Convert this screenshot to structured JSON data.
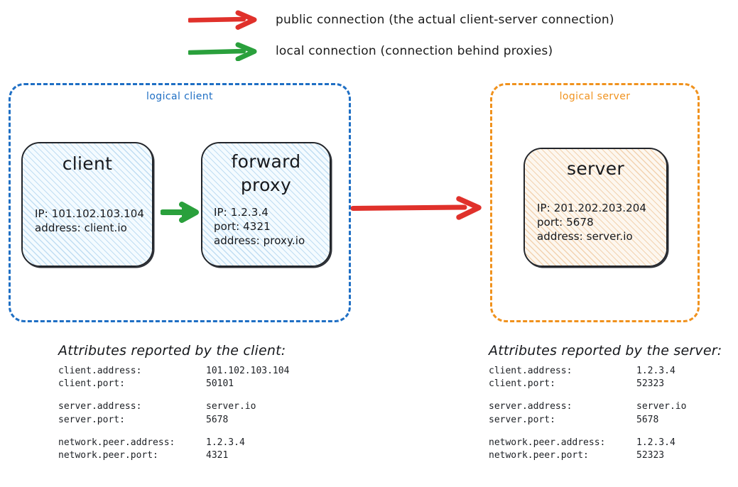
{
  "legend": {
    "items": [
      {
        "icon": "red-arrow-icon",
        "color": "#e0312b",
        "label": "public connection (the actual client-server connection)"
      },
      {
        "icon": "green-arrow-icon",
        "color": "#2aa03c",
        "label": "local connection (connection behind proxies)"
      }
    ]
  },
  "colors": {
    "public_arrow": "#e0312b",
    "local_arrow": "#2aa03c",
    "client_group_border": "#1f6fc4",
    "server_group_border": "#f0921e",
    "node_border": "#22252a",
    "client_hatch": "#78b4e1",
    "server_hatch": "#e4a05a"
  },
  "client_group": {
    "label": "logical client",
    "nodes": [
      {
        "title": "client",
        "lines": [
          "IP: 101.102.103.104",
          "address: client.io"
        ]
      },
      {
        "title": "forward\nproxy",
        "title_line1": "forward",
        "title_line2": "proxy",
        "lines": [
          "IP: 1.2.3.4",
          "port: 4321",
          "address: proxy.io"
        ]
      }
    ]
  },
  "server_group": {
    "label": "logical server",
    "nodes": [
      {
        "title": "server",
        "lines": [
          "IP: 201.202.203.204",
          "port: 5678",
          "address: server.io"
        ]
      }
    ]
  },
  "client_attributes": {
    "title": "Attributes reported by the client:",
    "groups": [
      [
        {
          "key": "client.address:",
          "value": "101.102.103.104"
        },
        {
          "key": "client.port:",
          "value": "50101"
        }
      ],
      [
        {
          "key": "server.address:",
          "value": "server.io"
        },
        {
          "key": "server.port:",
          "value": "5678"
        }
      ],
      [
        {
          "key": "network.peer.address:",
          "value": "1.2.3.4"
        },
        {
          "key": "network.peer.port:",
          "value": "4321"
        }
      ]
    ]
  },
  "server_attributes": {
    "title": "Attributes reported by the server:",
    "groups": [
      [
        {
          "key": "client.address:",
          "value": "1.2.3.4"
        },
        {
          "key": "client.port:",
          "value": "52323"
        }
      ],
      [
        {
          "key": "server.address:",
          "value": "server.io"
        },
        {
          "key": "server.port:",
          "value": "5678"
        }
      ],
      [
        {
          "key": "network.peer.address:",
          "value": "1.2.3.4"
        },
        {
          "key": "network.peer.port:",
          "value": "52323"
        }
      ]
    ]
  }
}
